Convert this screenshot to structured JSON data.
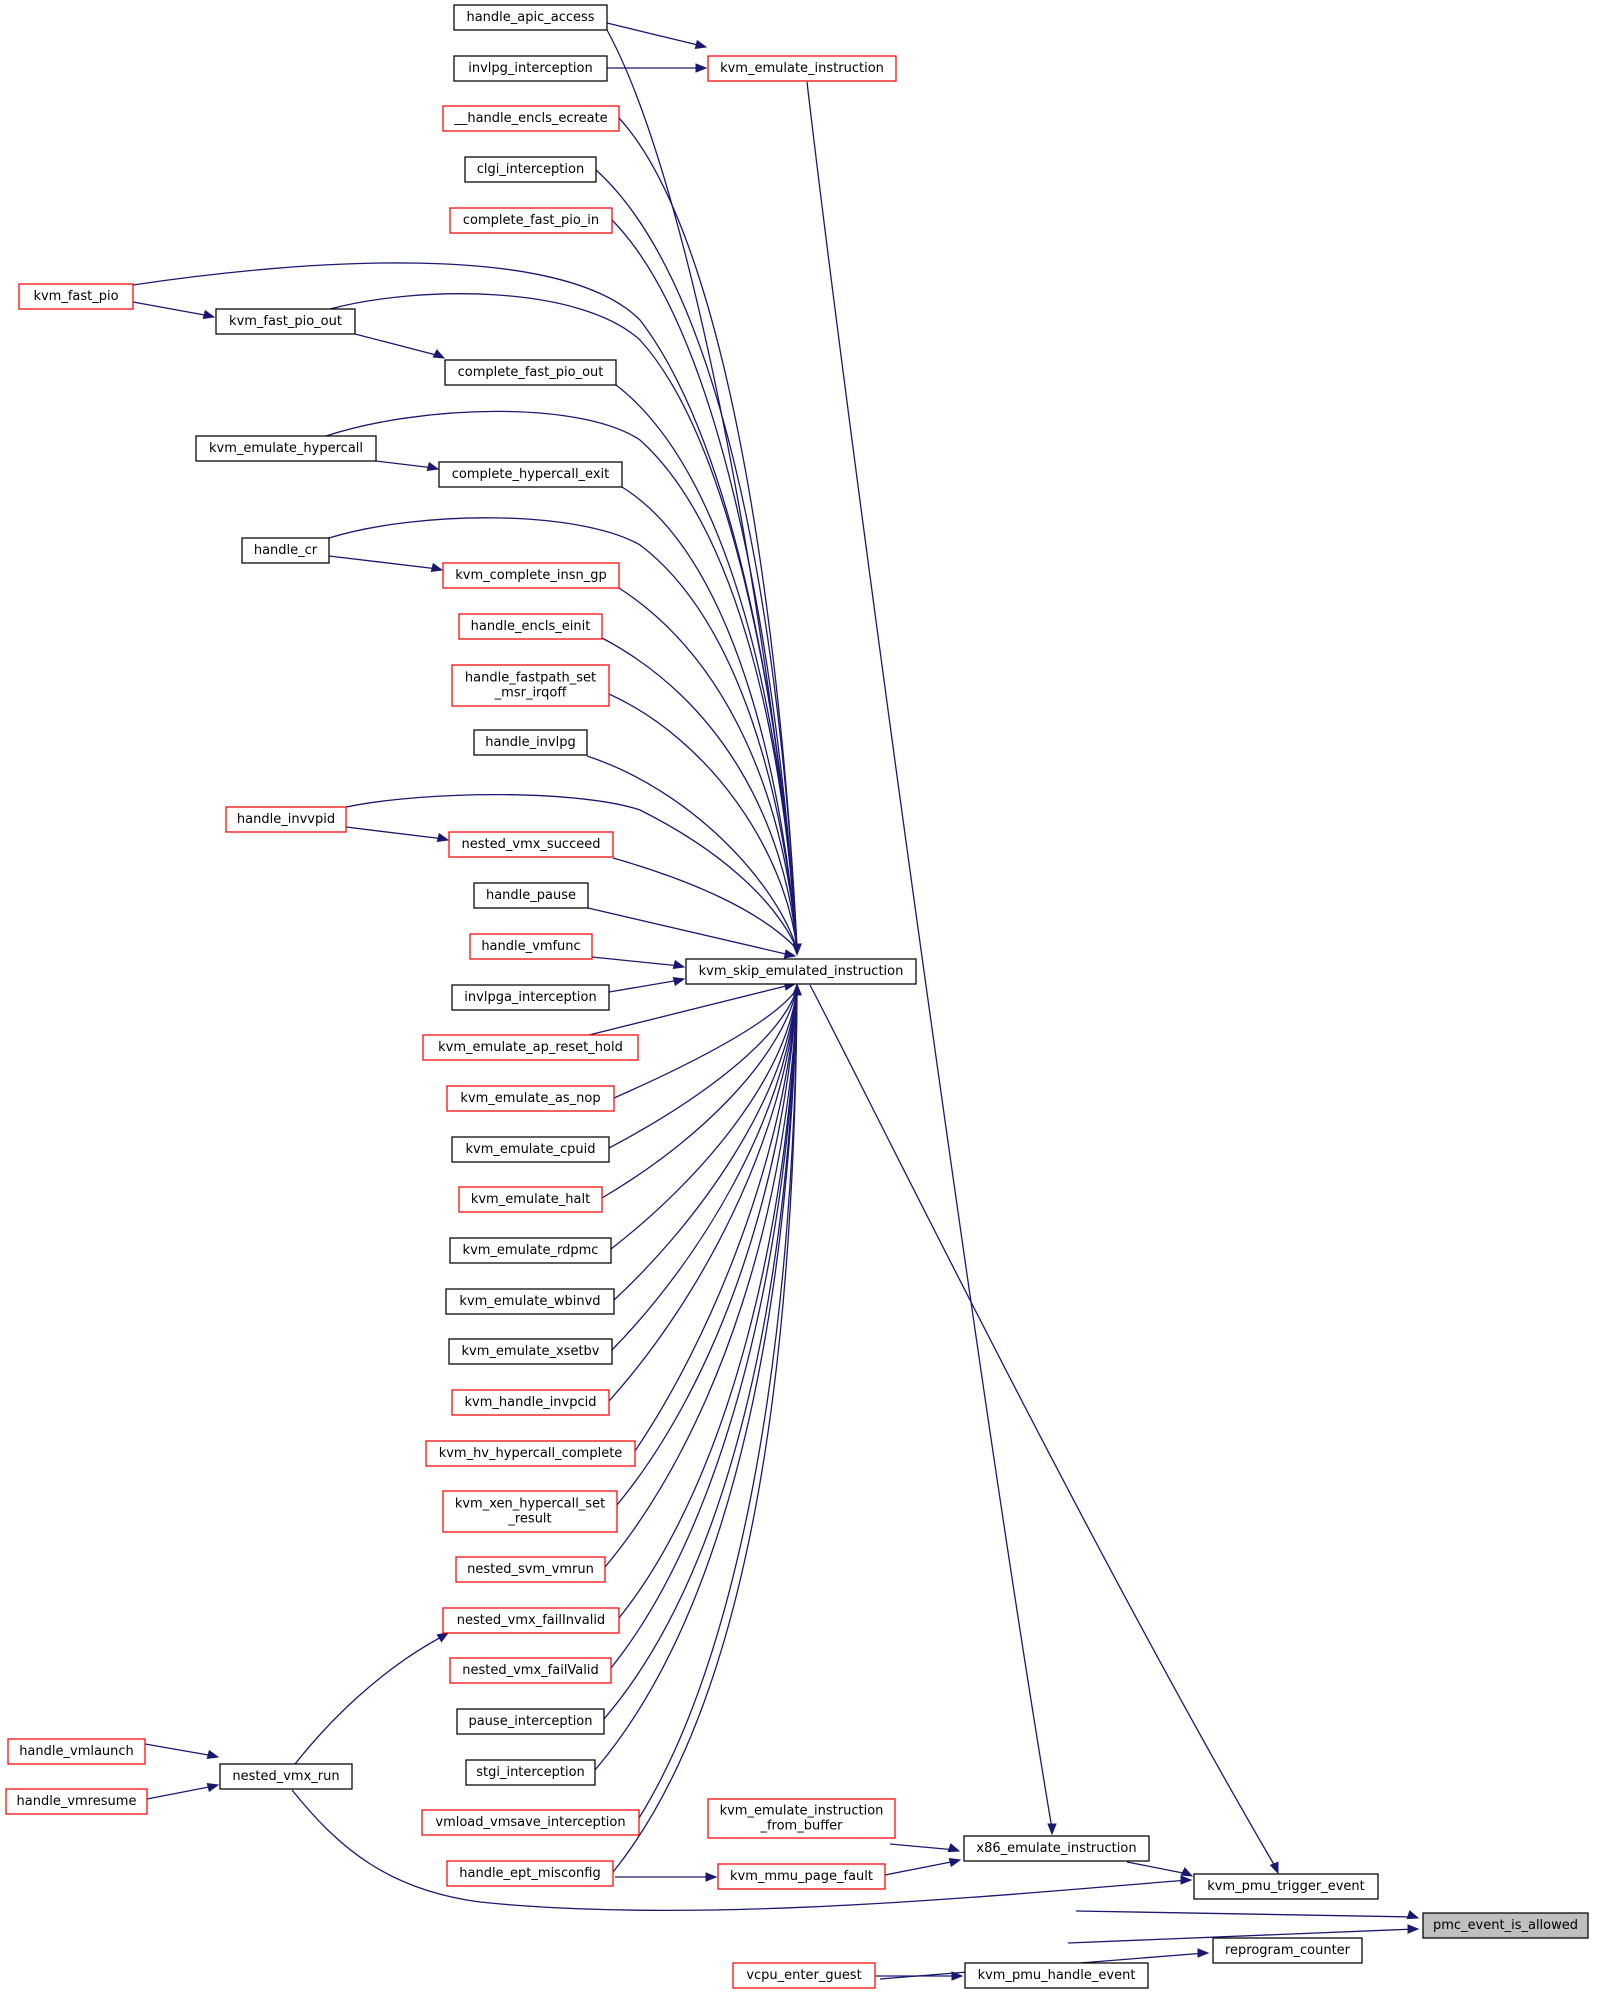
{
  "nodes": [
    {
      "id": "pmc_event_is_allowed",
      "lines": [
        "pmc_event_is_allowed"
      ],
      "style": "current"
    },
    {
      "id": "kvm_pmu_trigger_event",
      "lines": [
        "kvm_pmu_trigger_event"
      ],
      "style": "black"
    },
    {
      "id": "reprogram_counter",
      "lines": [
        "reprogram_counter"
      ],
      "style": "black"
    },
    {
      "id": "kvm_pmu_handle_event",
      "lines": [
        "kvm_pmu_handle_event"
      ],
      "style": "black"
    },
    {
      "id": "vcpu_enter_guest",
      "lines": [
        "vcpu_enter_guest"
      ],
      "style": "red"
    },
    {
      "id": "x86_emulate_instruction",
      "lines": [
        "x86_emulate_instruction"
      ],
      "style": "black"
    },
    {
      "id": "kvm_emulate_instruction_from_buffer",
      "lines": [
        "kvm_emulate_instruction",
        "_from_buffer"
      ],
      "style": "red"
    },
    {
      "id": "kvm_mmu_page_fault",
      "lines": [
        "kvm_mmu_page_fault"
      ],
      "style": "red"
    },
    {
      "id": "kvm_skip_emulated_instruction",
      "lines": [
        "kvm_skip_emulated_instruction"
      ],
      "style": "black"
    },
    {
      "id": "kvm_emulate_instruction",
      "lines": [
        "kvm_emulate_instruction"
      ],
      "style": "red"
    },
    {
      "id": "nested_vmx_run",
      "lines": [
        "nested_vmx_run"
      ],
      "style": "black"
    },
    {
      "id": "handle_vmlaunch",
      "lines": [
        "handle_vmlaunch"
      ],
      "style": "red"
    },
    {
      "id": "handle_vmresume",
      "lines": [
        "handle_vmresume"
      ],
      "style": "red"
    },
    {
      "id": "handle_apic_access",
      "lines": [
        "handle_apic_access"
      ],
      "style": "black"
    },
    {
      "id": "invlpg_interception",
      "lines": [
        "invlpg_interception"
      ],
      "style": "black"
    },
    {
      "id": "__handle_encls_ecreate",
      "lines": [
        "__handle_encls_ecreate"
      ],
      "style": "red"
    },
    {
      "id": "clgi_interception",
      "lines": [
        "clgi_interception"
      ],
      "style": "black"
    },
    {
      "id": "complete_fast_pio_in",
      "lines": [
        "complete_fast_pio_in"
      ],
      "style": "red"
    },
    {
      "id": "kvm_fast_pio",
      "lines": [
        "kvm_fast_pio"
      ],
      "style": "red"
    },
    {
      "id": "kvm_fast_pio_out",
      "lines": [
        "kvm_fast_pio_out"
      ],
      "style": "black"
    },
    {
      "id": "complete_fast_pio_out",
      "lines": [
        "complete_fast_pio_out"
      ],
      "style": "black"
    },
    {
      "id": "kvm_emulate_hypercall",
      "lines": [
        "kvm_emulate_hypercall"
      ],
      "style": "black"
    },
    {
      "id": "complete_hypercall_exit",
      "lines": [
        "complete_hypercall_exit"
      ],
      "style": "black"
    },
    {
      "id": "handle_cr",
      "lines": [
        "handle_cr"
      ],
      "style": "black"
    },
    {
      "id": "kvm_complete_insn_gp",
      "lines": [
        "kvm_complete_insn_gp"
      ],
      "style": "red"
    },
    {
      "id": "handle_encls_einit",
      "lines": [
        "handle_encls_einit"
      ],
      "style": "red"
    },
    {
      "id": "handle_fastpath_set_msr_irqoff",
      "lines": [
        "handle_fastpath_set",
        "_msr_irqoff"
      ],
      "style": "red"
    },
    {
      "id": "handle_invlpg",
      "lines": [
        "handle_invlpg"
      ],
      "style": "black"
    },
    {
      "id": "handle_invvpid",
      "lines": [
        "handle_invvpid"
      ],
      "style": "red"
    },
    {
      "id": "nested_vmx_succeed",
      "lines": [
        "nested_vmx_succeed"
      ],
      "style": "red"
    },
    {
      "id": "handle_pause",
      "lines": [
        "handle_pause"
      ],
      "style": "black"
    },
    {
      "id": "handle_vmfunc",
      "lines": [
        "handle_vmfunc"
      ],
      "style": "red"
    },
    {
      "id": "invlpga_interception",
      "lines": [
        "invlpga_interception"
      ],
      "style": "black"
    },
    {
      "id": "kvm_emulate_ap_reset_hold",
      "lines": [
        "kvm_emulate_ap_reset_hold"
      ],
      "style": "red"
    },
    {
      "id": "kvm_emulate_as_nop",
      "lines": [
        "kvm_emulate_as_nop"
      ],
      "style": "red"
    },
    {
      "id": "kvm_emulate_cpuid",
      "lines": [
        "kvm_emulate_cpuid"
      ],
      "style": "black"
    },
    {
      "id": "kvm_emulate_halt",
      "lines": [
        "kvm_emulate_halt"
      ],
      "style": "red"
    },
    {
      "id": "kvm_emulate_rdpmc",
      "lines": [
        "kvm_emulate_rdpmc"
      ],
      "style": "black"
    },
    {
      "id": "kvm_emulate_wbinvd",
      "lines": [
        "kvm_emulate_wbinvd"
      ],
      "style": "black"
    },
    {
      "id": "kvm_emulate_xsetbv",
      "lines": [
        "kvm_emulate_xsetbv"
      ],
      "style": "black"
    },
    {
      "id": "kvm_handle_invpcid",
      "lines": [
        "kvm_handle_invpcid"
      ],
      "style": "red"
    },
    {
      "id": "kvm_hv_hypercall_complete",
      "lines": [
        "kvm_hv_hypercall_complete"
      ],
      "style": "red"
    },
    {
      "id": "kvm_xen_hypercall_set_result",
      "lines": [
        "kvm_xen_hypercall_set",
        "_result"
      ],
      "style": "red"
    },
    {
      "id": "nested_svm_vmrun",
      "lines": [
        "nested_svm_vmrun"
      ],
      "style": "red"
    },
    {
      "id": "nested_vmx_failInvalid",
      "lines": [
        "nested_vmx_failInvalid"
      ],
      "style": "red"
    },
    {
      "id": "nested_vmx_failValid",
      "lines": [
        "nested_vmx_failValid"
      ],
      "style": "red"
    },
    {
      "id": "pause_interception",
      "lines": [
        "pause_interception"
      ],
      "style": "black"
    },
    {
      "id": "stgi_interception",
      "lines": [
        "stgi_interception"
      ],
      "style": "black"
    },
    {
      "id": "vmload_vmsave_interception",
      "lines": [
        "vmload_vmsave_interception"
      ],
      "style": "red"
    },
    {
      "id": "handle_ept_misconfig",
      "lines": [
        "handle_ept_misconfig"
      ],
      "style": "red"
    }
  ]
}
